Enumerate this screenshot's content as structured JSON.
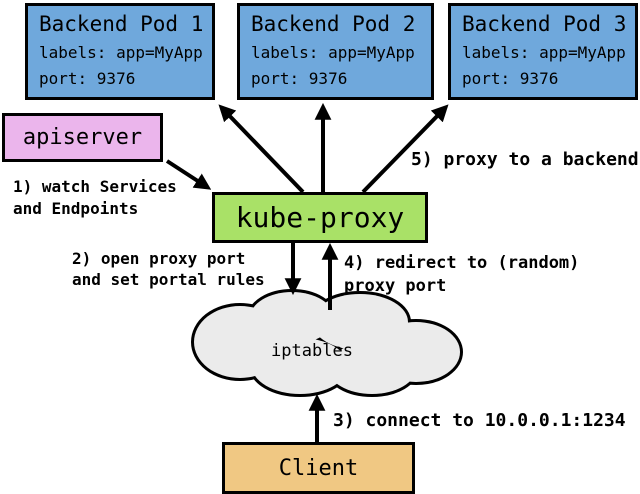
{
  "pods": [
    {
      "title": "Backend Pod 1",
      "labels_line": "labels: app=MyApp",
      "port_line": "port: 9376"
    },
    {
      "title": "Backend Pod 2",
      "labels_line": "labels: app=MyApp",
      "port_line": "port: 9376"
    },
    {
      "title": "Backend Pod 3",
      "labels_line": "labels: app=MyApp",
      "port_line": "port: 9376"
    }
  ],
  "nodes": {
    "apiserver": "apiserver",
    "kube_proxy": "kube-proxy",
    "iptables": "iptables",
    "client": "Client"
  },
  "annotations": {
    "step1": {
      "line1": "1) watch Services",
      "line2": "and Endpoints"
    },
    "step2": {
      "line1": "2) open proxy port",
      "line2": "and set portal rules"
    },
    "step3": {
      "line1": "3) connect to 10.0.0.1:1234"
    },
    "step4": {
      "line1": "4) redirect to (random)",
      "line2": "proxy port"
    },
    "step5": {
      "line1": "5) proxy to a backend"
    }
  },
  "colors": {
    "pod_fill": "#6FA8DC",
    "kube_proxy_fill": "#A9E167",
    "apiserver_fill": "#EBB5EC",
    "client_fill": "#F0C883",
    "cloud_fill": "#EBEBEB",
    "border": "#000000",
    "background": "#FFFFFF"
  }
}
